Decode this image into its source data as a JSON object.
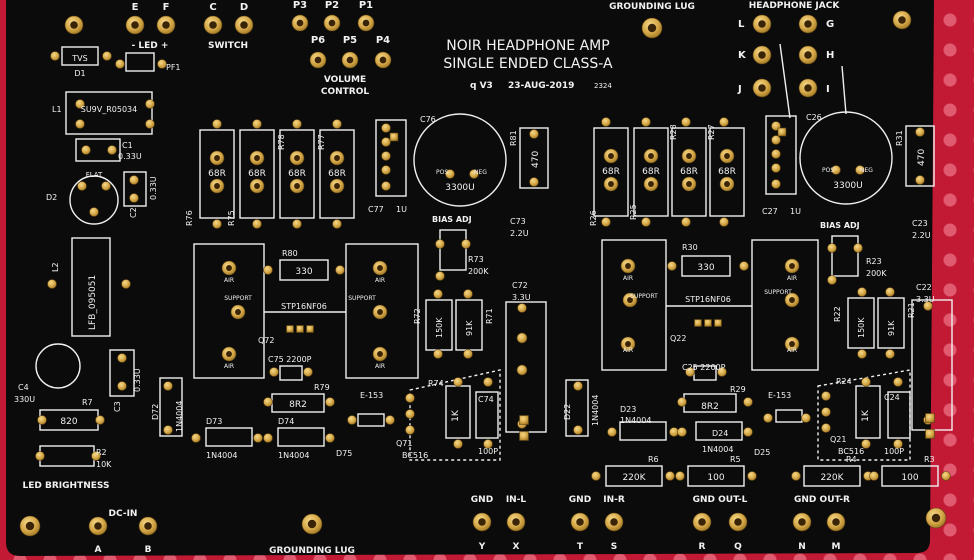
{
  "board": {
    "title_line1": "NOIR HEADPHONE AMP",
    "title_line2": "SINGLE ENDED CLASS-A",
    "version": "q V3",
    "date": "23-AUG-2019",
    "serial": "2324"
  },
  "headers": {
    "led_pins": [
      "E",
      "F"
    ],
    "led_label": "- LED +",
    "switch_pins": [
      "C",
      "D"
    ],
    "switch_label": "SWITCH",
    "vol_top": [
      "P3",
      "P2",
      "P1"
    ],
    "vol_bottom": [
      "P6",
      "P5",
      "P4"
    ],
    "vol_label1": "VOLUME",
    "vol_label2": "CONTROL",
    "grounding_lug_top": "GROUNDING LUG",
    "grounding_lug_bottom": "GROUNDING LUG",
    "headphone_jack": "HEADPHONE JACK",
    "jack_left": [
      "L",
      "K",
      "J"
    ],
    "jack_right": [
      "G",
      "H",
      "I"
    ],
    "dc_in": "DC-IN",
    "dc_pins": [
      "A",
      "B"
    ],
    "in_l": [
      "GND",
      "IN-L",
      "Y",
      "X"
    ],
    "in_r": [
      "GND",
      "IN-R",
      "T",
      "S"
    ],
    "out_l": [
      "GND OUT-L",
      "R",
      "Q"
    ],
    "out_r": [
      "GND OUT-R",
      "N",
      "M"
    ],
    "led_brightness": "LED BRIGHTNESS"
  },
  "parts": {
    "tvs": "TVS",
    "d1": "D1",
    "pf1": "PF1",
    "l1": "L1",
    "l1_val": "SU9V_R05034",
    "c1": "C1",
    "c1_val": "0.33U",
    "c2": "C2",
    "c2_val": "0.33U",
    "d2": "D2",
    "flat": "FLAT",
    "l2": "L2",
    "l2_val": "LFB_095051",
    "c3": "C3",
    "c3_val": "0.33U",
    "c4": "C4",
    "c4_val": "330U",
    "r7": "R7",
    "r7_val": "820",
    "r2": "R2",
    "r2_val": "10K",
    "d72": "D72",
    "d72_val": "1N4004",
    "d73": "D73",
    "d73_val": "1N4004",
    "d74": "D74",
    "d74_val": "1N4004",
    "d75": "D75",
    "r79": "R79",
    "r79_val": "8R2",
    "c75": "C75 2200P",
    "q72": "Q72",
    "stp": "STP16NF06",
    "r80": "R80",
    "r80_val": "330",
    "e153": "E-153",
    "q71": "Q71",
    "bc516": "BC516",
    "r74": "R74",
    "r74_val": "1K",
    "c74": "C74",
    "c74_val": "100P",
    "r72": "R72",
    "r72_val": "150K",
    "r71": "R71",
    "r71_val": "91K",
    "c72": "C72",
    "c72_val": "3.3U",
    "bias_adj": "BIAS ADJ",
    "r73": "R73",
    "r73_val": "200K",
    "c73": "C73",
    "c73_val": "2.2U",
    "c76": "C76",
    "c76_val": "3300U",
    "c77": "C77",
    "c77_val": "1U",
    "r81": "R81",
    "r81_val": "470",
    "left_68r": [
      "R76",
      "R75",
      "R78",
      "R77"
    ],
    "val_68r": "68R",
    "air": "AIR",
    "support": "SUPPORT",
    "pos": "POS",
    "neg": "NEG",
    "right_68r": [
      "R26",
      "R25",
      "R28",
      "R27"
    ],
    "r30": "R30",
    "r30_val": "330",
    "q22": "Q22",
    "c25": "C25 2200P",
    "r29": "R29",
    "r29_val": "8R2",
    "d22": "D22",
    "d22_val": "1N4004",
    "d23": "D23",
    "d23_val": "1N4004",
    "d24": "D24",
    "d24_val": "1N4004",
    "d25": "D25",
    "e153r": "E-153",
    "q21": "Q21",
    "bc516r": "BC516",
    "r24": "R24",
    "r24_val": "1K",
    "c24": "C24",
    "c24_val": "100P",
    "r22": "R22",
    "r22_val": "150K",
    "r21": "R21",
    "r21_val": "91K",
    "c22": "C22",
    "c22_val": "3.3U",
    "bias_adj_r": "BIAS ADJ",
    "r23": "R23",
    "r23_val": "200K",
    "c23": "C23",
    "c23_val": "2.2U",
    "c26": "C26",
    "c26_val": "3300U",
    "c27": "C27",
    "c27_val": "1U",
    "r31": "R31",
    "r31_val": "470",
    "r6": "R6",
    "r6_val": "220K",
    "r5": "R5",
    "r5_val": "100",
    "r4": "R4",
    "r4_val": "220K",
    "r3": "R3",
    "r3_val": "100"
  },
  "colors": {
    "solder_mask": "#0b0b0b",
    "silkscreen": "#f2f2f2",
    "pad_gold": "#d4a646",
    "background": "#c21a35"
  }
}
